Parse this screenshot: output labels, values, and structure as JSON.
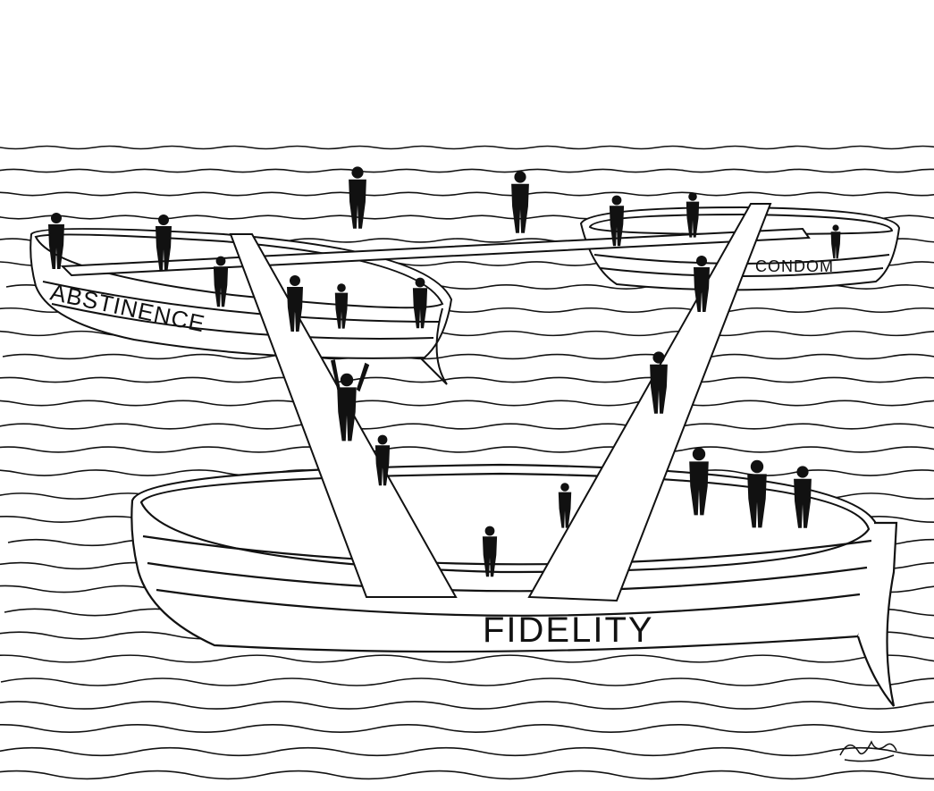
{
  "labels": {
    "abstinence": "ABSTINENCE",
    "condom": "CONDOM",
    "fidelity": "FIDELITY"
  },
  "colors": {
    "ink": "#111111",
    "paper": "#ffffff"
  }
}
